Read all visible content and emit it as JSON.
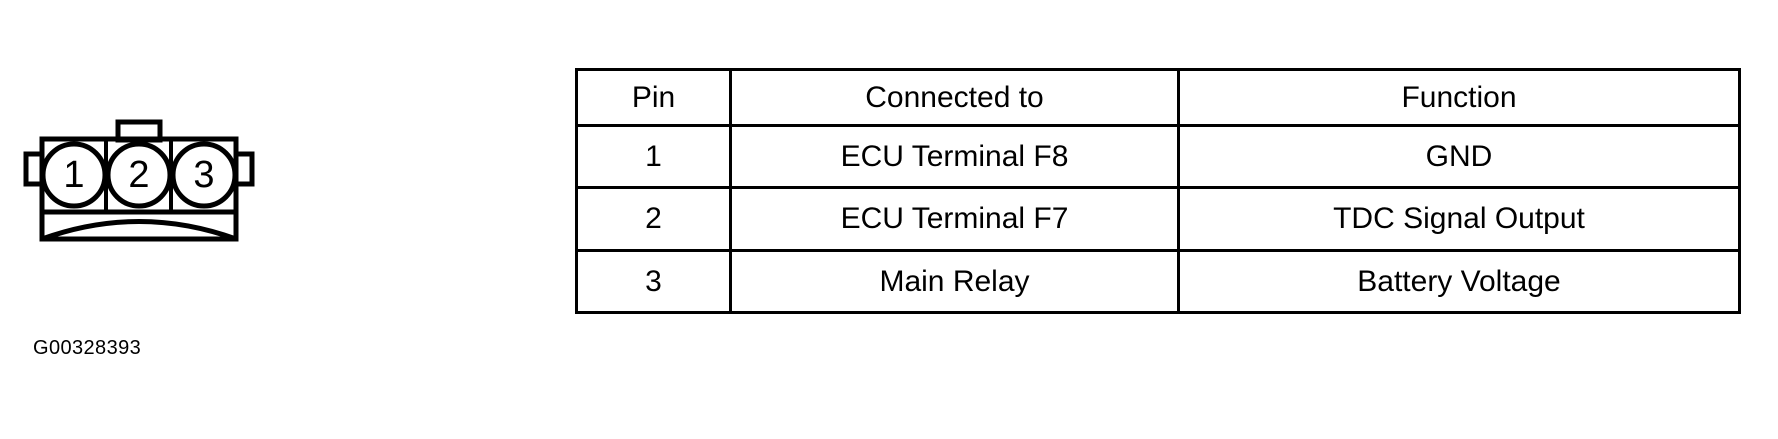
{
  "figure": {
    "caption": "G00328393",
    "connector": {
      "name": "3-pin-connector",
      "pin_labels": [
        "1",
        "2",
        "3"
      ]
    }
  },
  "table": {
    "name": "pinout-table",
    "columns": [
      "Pin",
      "Connected to",
      "Function"
    ],
    "rows": [
      {
        "pin": "1",
        "connected_to": "ECU Terminal F8",
        "function": "GND"
      },
      {
        "pin": "2",
        "connected_to": "ECU Terminal F7",
        "function": "TDC Signal Output"
      },
      {
        "pin": "3",
        "connected_to": "Main Relay",
        "function": "Battery Voltage"
      }
    ]
  },
  "colors": {
    "ink": "#000000",
    "paper": "#ffffff"
  }
}
